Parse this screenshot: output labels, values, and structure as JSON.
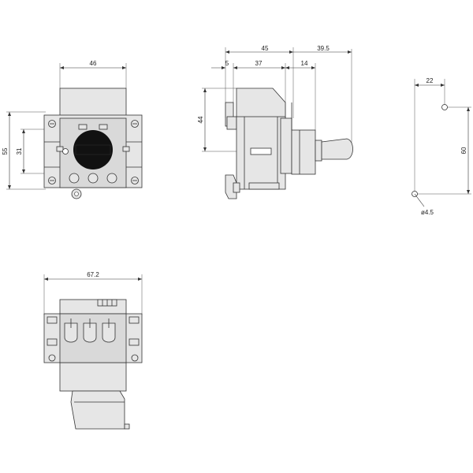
{
  "front_view": {
    "width_label": "46",
    "height_outer_label": "55",
    "height_inner_label": "31"
  },
  "side_view": {
    "top_width_label": "45",
    "top_right_label": "39.5",
    "offset_label": "5",
    "body_label": "37",
    "depth_label": "14",
    "height_label": "44"
  },
  "hole_pattern": {
    "horizontal_label": "22",
    "vertical_label": "60",
    "hole_diameter_label": "ø4.5"
  },
  "bottom_view": {
    "width_label": "67.2"
  },
  "colors": {
    "line": "#333333",
    "fill": "#e6e6e6",
    "knob": "#111111"
  }
}
